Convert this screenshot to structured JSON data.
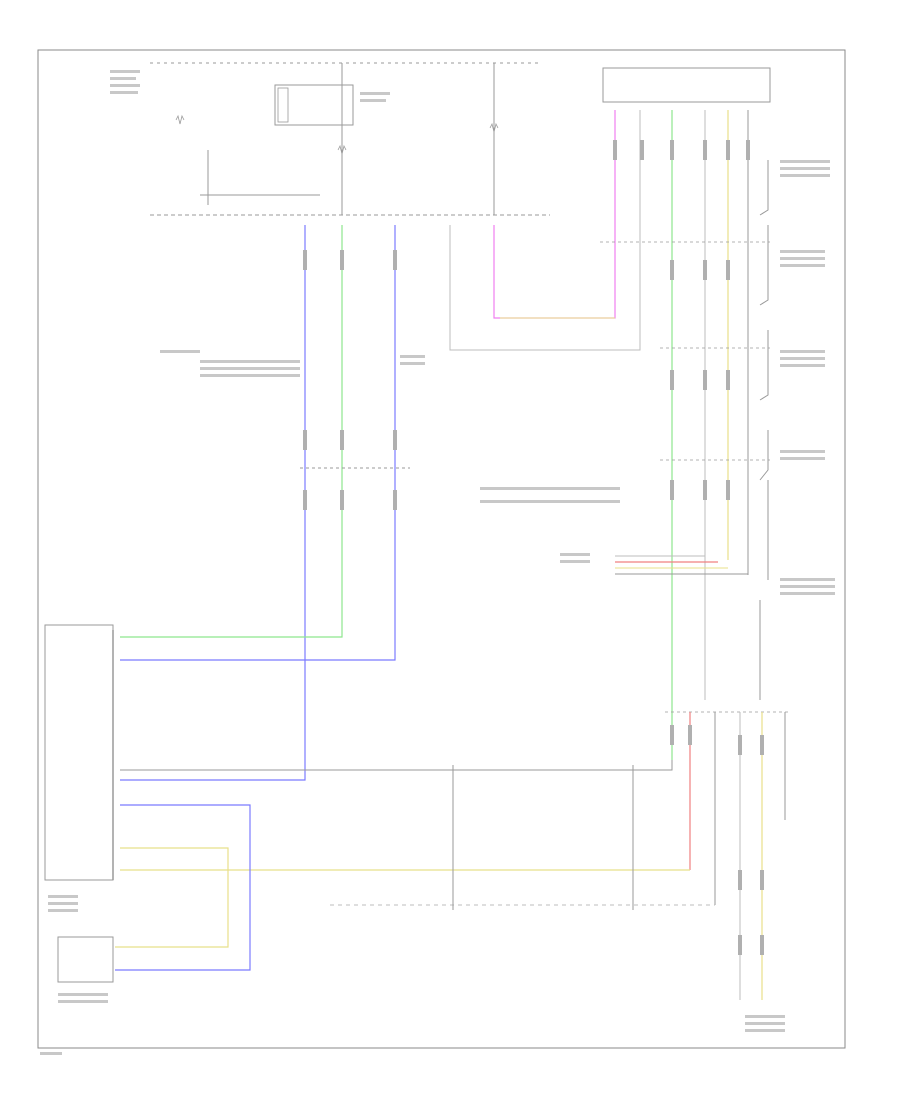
{
  "figure_code": "",
  "colors": {
    "frame": "#8a8a8a",
    "wire_black": "#9a9a9a",
    "wire_blue": "#7b7bff",
    "wire_green": "#8ee68e",
    "wire_pink": "#f07ff0",
    "wire_yellow": "#e8e08a",
    "wire_red": "#f08080",
    "wire_gray": "#bdbdbd"
  },
  "components": {
    "fuse_panel": {
      "label": ""
    },
    "module_box": {
      "label": ""
    },
    "sensor_box": {
      "label": ""
    },
    "top_connector": {
      "label": ""
    }
  },
  "wires": [
    {
      "id": "w-blue-1",
      "color": "blue"
    },
    {
      "id": "w-green-1",
      "color": "green"
    },
    {
      "id": "w-pink-1",
      "color": "pink"
    },
    {
      "id": "w-yellow-1",
      "color": "yellow"
    },
    {
      "id": "w-red-1",
      "color": "red"
    },
    {
      "id": "w-gray-1",
      "color": "gray"
    }
  ]
}
